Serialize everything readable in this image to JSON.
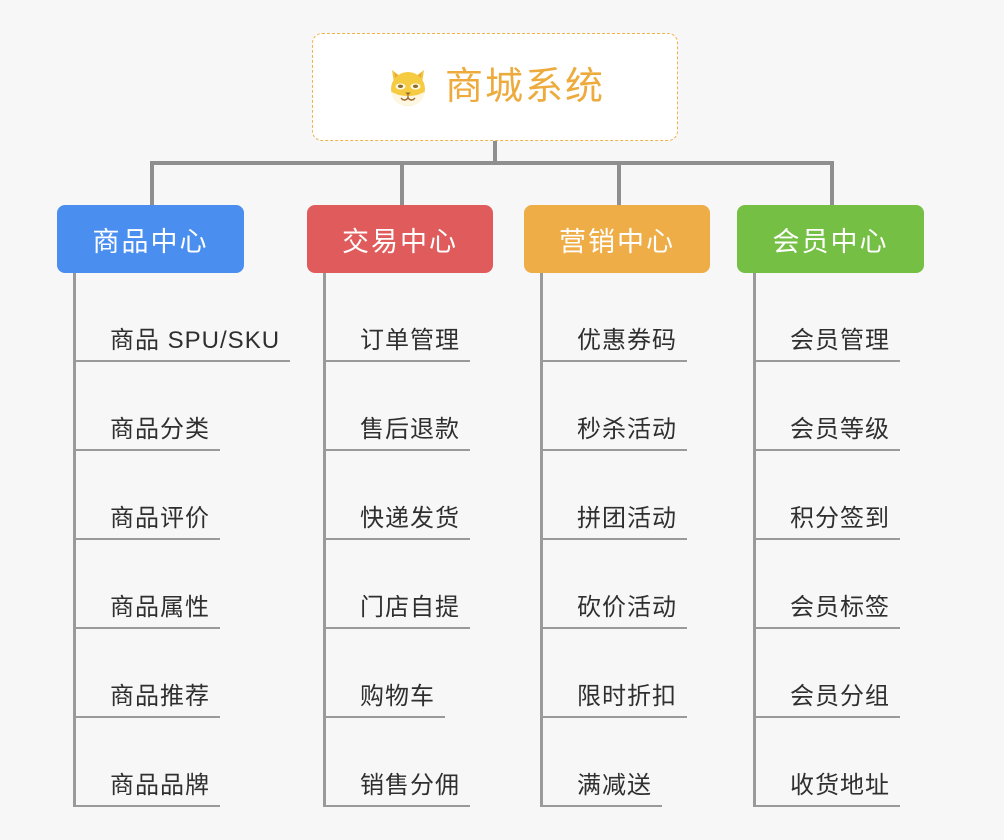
{
  "root": {
    "title": "商城系统",
    "icon": "shiba-dog-face-icon",
    "border_color": "#f0b24a",
    "text_color": "#edab3d",
    "background": "#ffffff"
  },
  "canvas": {
    "background": "#f7f7f7",
    "connector_color": "#8f8f8f"
  },
  "branches": [
    {
      "label": "商品中心",
      "color": "#4a8ef0",
      "items": [
        "商品 SPU/SKU",
        "商品分类",
        "商品评价",
        "商品属性",
        "商品推荐",
        "商品品牌"
      ]
    },
    {
      "label": "交易中心",
      "color": "#e05c5c",
      "items": [
        "订单管理",
        "售后退款",
        "快递发货",
        "门店自提",
        "购物车",
        "销售分佣"
      ]
    },
    {
      "label": "营销中心",
      "color": "#eead47",
      "items": [
        "优惠券码",
        "秒杀活动",
        "拼团活动",
        "砍价活动",
        "限时折扣",
        "满减送"
      ]
    },
    {
      "label": "会员中心",
      "color": "#74bf44",
      "items": [
        "会员管理",
        "会员等级",
        "积分签到",
        "会员标签",
        "会员分组",
        "收货地址"
      ]
    }
  ]
}
